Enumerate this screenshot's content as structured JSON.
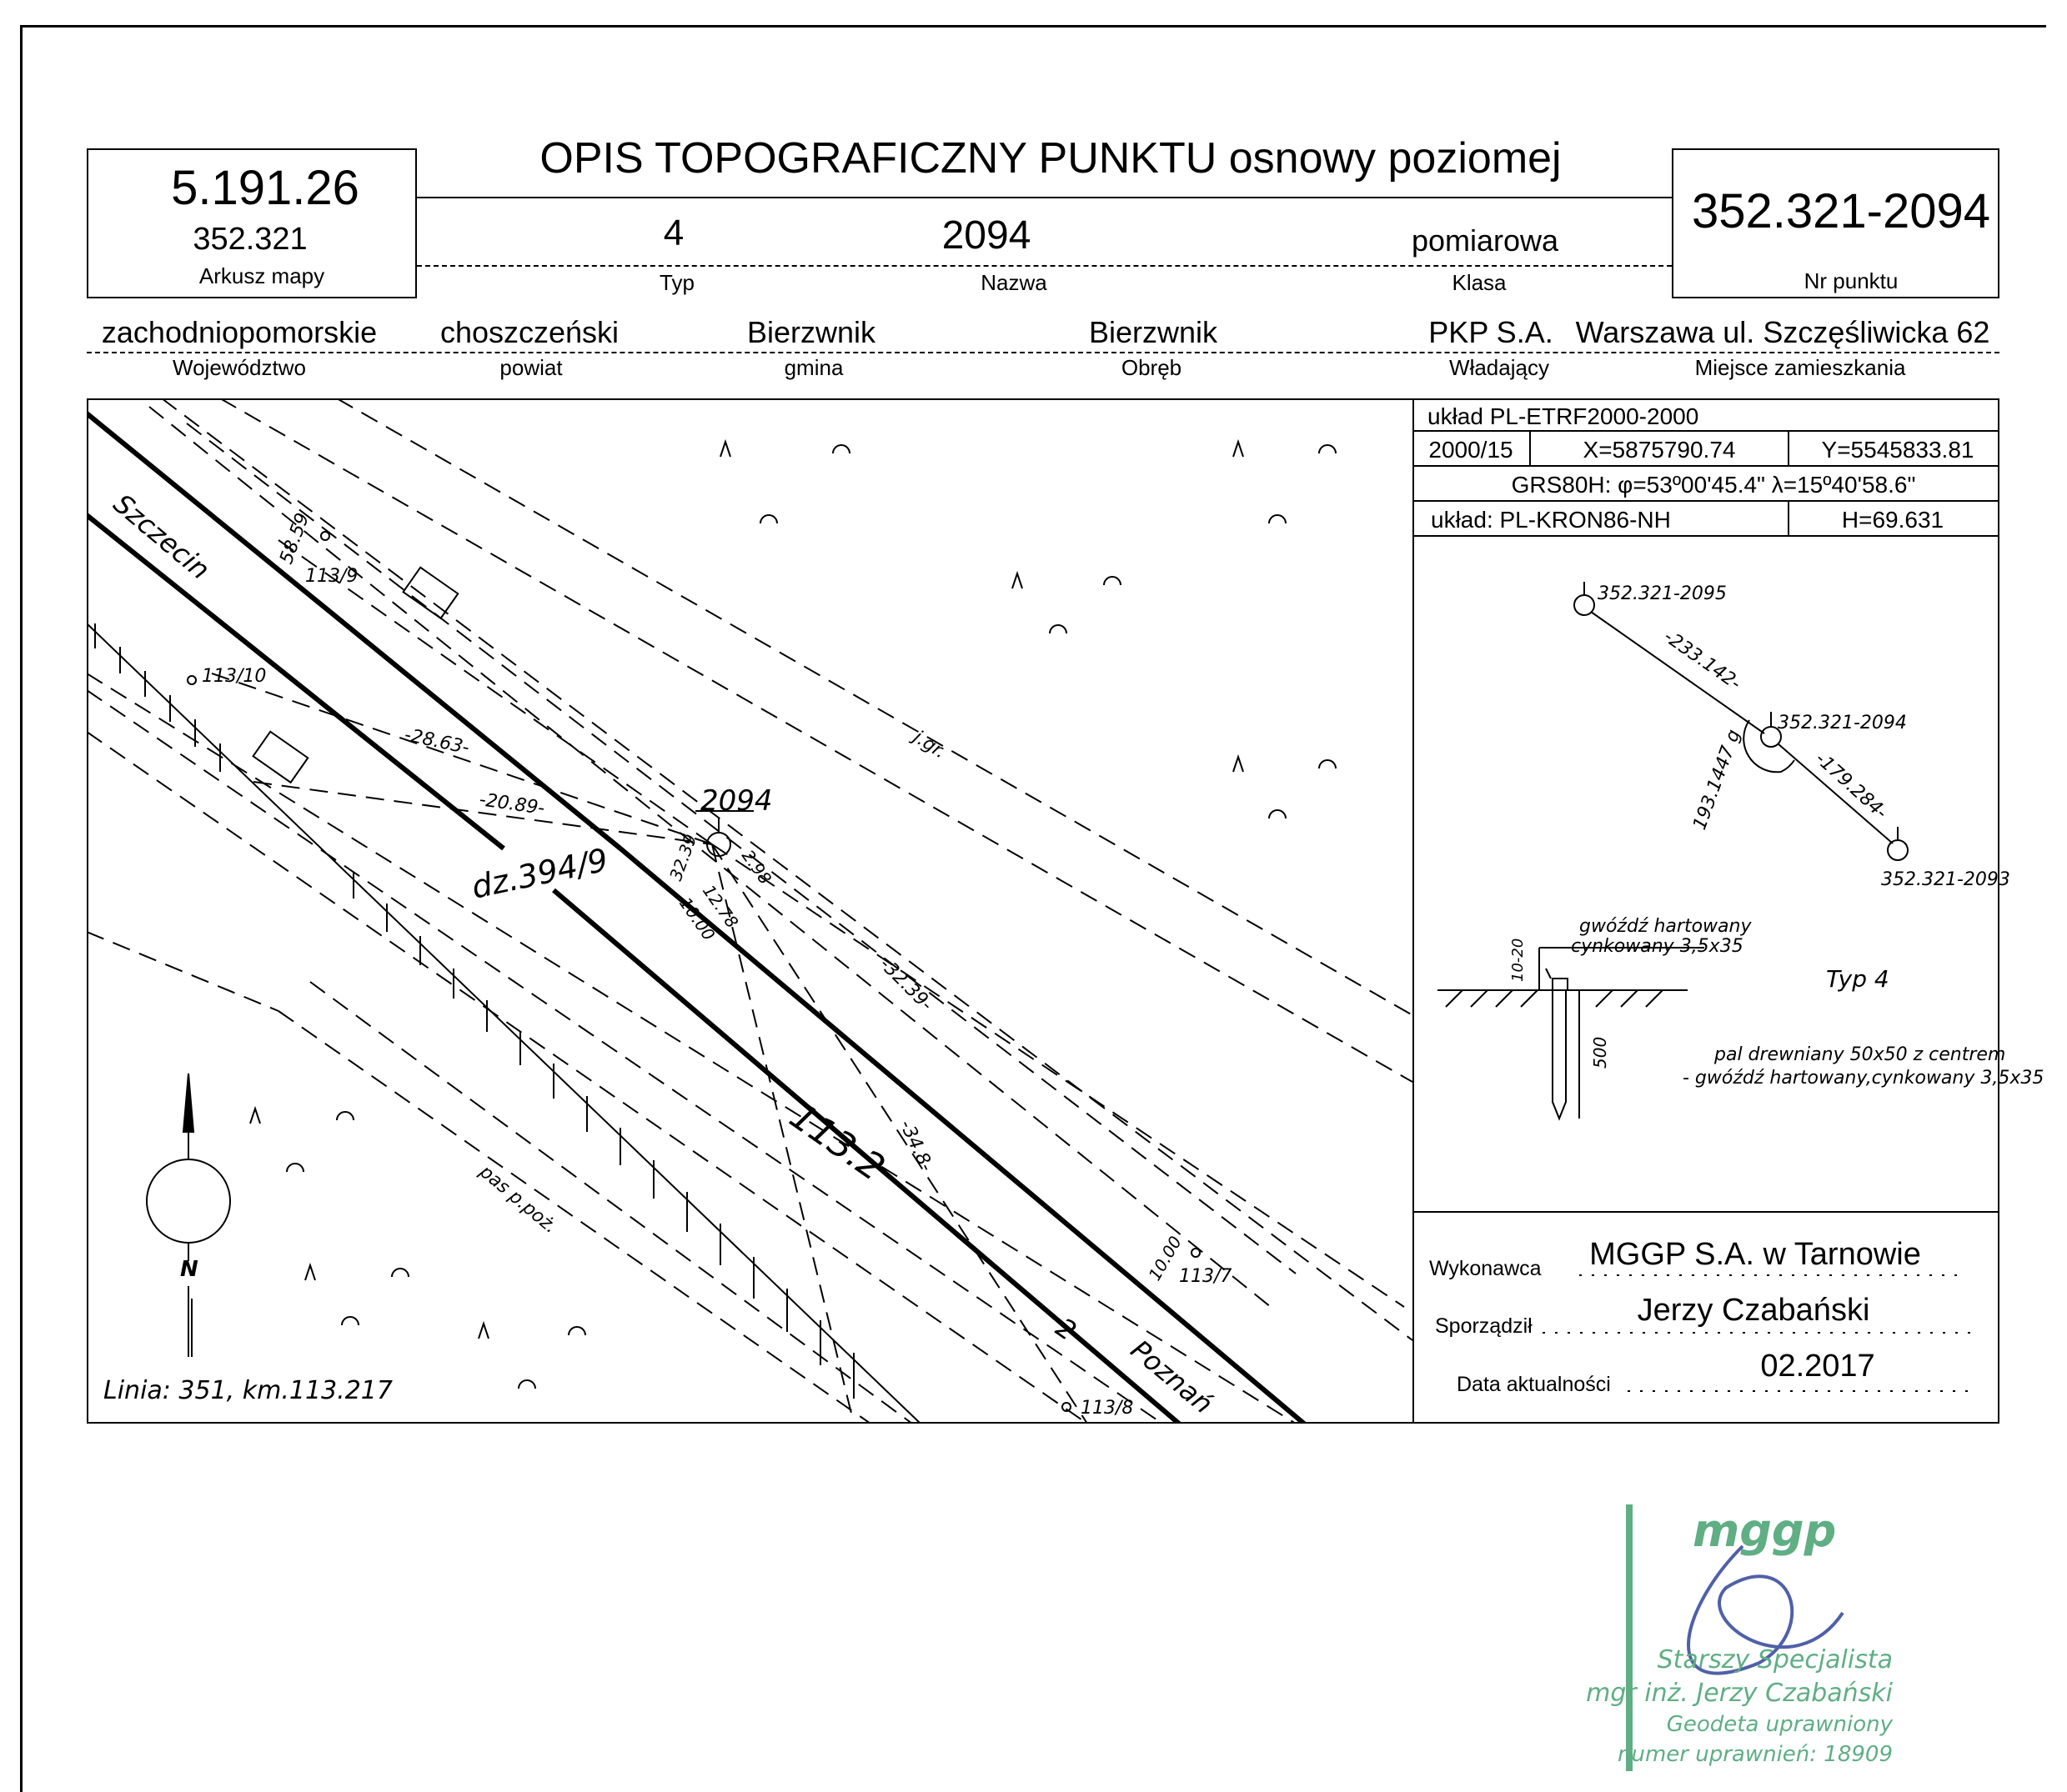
{
  "title": "OPIS TOPOGRAFICZNY PUNKTU osnowy poziomej",
  "left_box": {
    "code": "5.191.26",
    "map_sheet": "352.321",
    "map_sheet_label": "Arkusz mapy"
  },
  "right_box": {
    "point_number": "352.321-2094",
    "point_number_label": "Nr punktu"
  },
  "row1": [
    {
      "value": "4",
      "label": "Typ"
    },
    {
      "value": "2094",
      "label": "Nazwa"
    },
    {
      "value": "pomiarowa",
      "label": "Klasa"
    }
  ],
  "row2": [
    {
      "value": "zachodniopomorskie",
      "label": "Województwo"
    },
    {
      "value": "choszczeński",
      "label": "powiat"
    },
    {
      "value": "Bierzwnik",
      "label": "gmina"
    },
    {
      "value": "Bierzwnik",
      "label": "Obręb"
    },
    {
      "value": "PKP S.A.",
      "label": "Władający"
    },
    {
      "value": "Warszawa ul. Szczęśliwicka 62",
      "label": "Miejsce zamieszkania"
    }
  ],
  "coords": {
    "system": "układ PL-ETRF2000-2000",
    "zone": "2000/15",
    "x": "X=5875790.74",
    "y": "Y=5545833.81",
    "grs": "GRS80H: φ=53º00'45.4\" λ=15º40'58.6\"",
    "height_system": "układ: PL-KRON86-NH",
    "h": "H=69.631"
  },
  "sketch": {
    "p_top": "352.321-2095",
    "p_mid": "352.321-2094",
    "p_bot": "352.321-2093",
    "d1": "-233.142-",
    "d2": "-179.284-",
    "angle": "193.1447 g",
    "nail": "gwóźdź hartowany",
    "nail2": "cynkowany 3,5x35",
    "depth": "10-20",
    "length": "500",
    "type": "Typ 4",
    "post": "pal drewniany 50x50 z centrem",
    "post2": "- gwóźdź hartowany,cynkowany 3,5x35"
  },
  "footer": {
    "contractor_label": "Wykonawca",
    "contractor": "MGGP S.A.  w Tarnowie",
    "author_label": "Sporządził",
    "author": "Jerzy Czabański",
    "date_label": "Data aktualności",
    "date": "02.2017"
  },
  "map": {
    "city_west": "Szczecin",
    "city_east": "Poznań",
    "parcel": "dz.394/9",
    "km": "113.2",
    "point": "2094",
    "track": "2",
    "line": "Linia: 351, km.113.217",
    "jgr": "j.gr.",
    "pas": "pas p.poż.",
    "north": "N",
    "m_5859": "58.59",
    "m_1139": "113/9",
    "m_11310": "113/10",
    "m_2863": "-28.63-",
    "m_2089": "-20.89-",
    "m_3239a": "32.39",
    "m_1278": "12.78",
    "m_298": "2.98",
    "m_1000a": "10.00",
    "m_3239b": "-32.39-",
    "m_348": "-34.8-",
    "m_1000b": "10.00",
    "m_1137": "113/7",
    "m_1138": "113/8"
  },
  "stamp": {
    "logo": "mggp",
    "l1": "Starszy Specjalista",
    "l2": "mgr inż. Jerzy Czabański",
    "l3": "Geodeta uprawniony",
    "l4": "numer uprawnień: 18909"
  }
}
